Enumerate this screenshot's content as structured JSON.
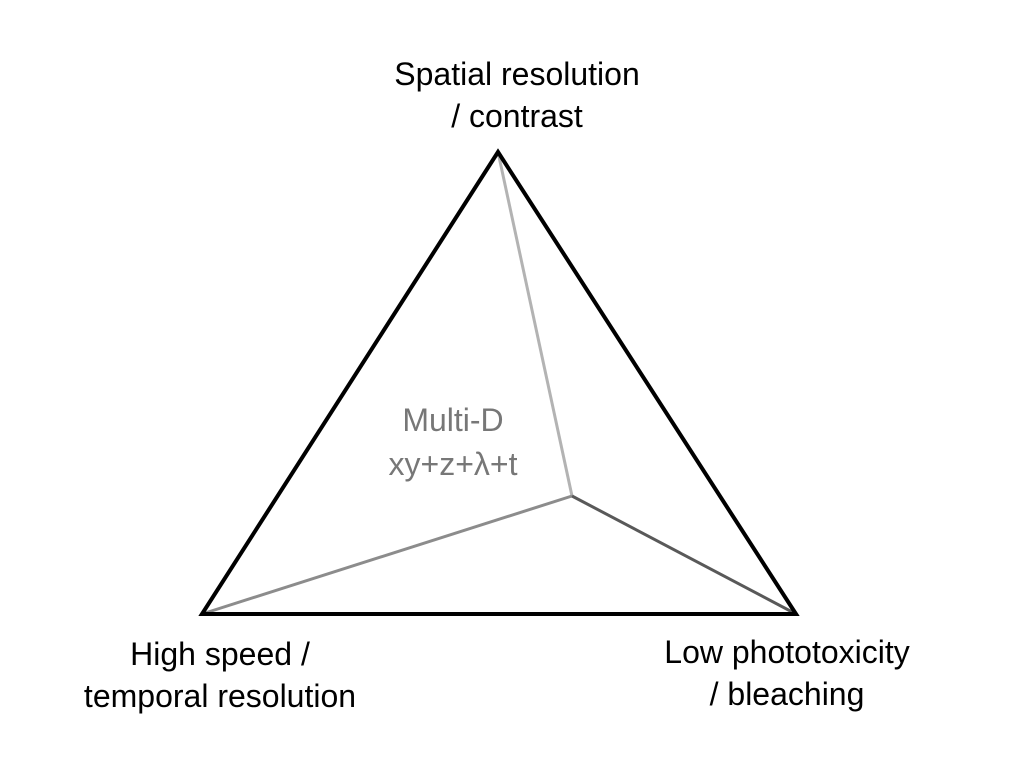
{
  "vertices": {
    "top": {
      "lines": [
        "Spatial resolution",
        "/ contrast"
      ]
    },
    "bottom_left": {
      "lines": [
        "High speed /",
        "temporal resolution"
      ]
    },
    "bottom_right": {
      "lines": [
        "Low phototoxicity",
        "/ bleaching"
      ]
    }
  },
  "center": {
    "lines": [
      "Multi-D",
      "xy+z+λ+t"
    ]
  },
  "colors": {
    "outline": "#000000",
    "edge_to_top": "#b3b3b3",
    "edge_to_left": "#8c8c8c",
    "edge_to_right": "#595959",
    "center_text": "#777777"
  }
}
